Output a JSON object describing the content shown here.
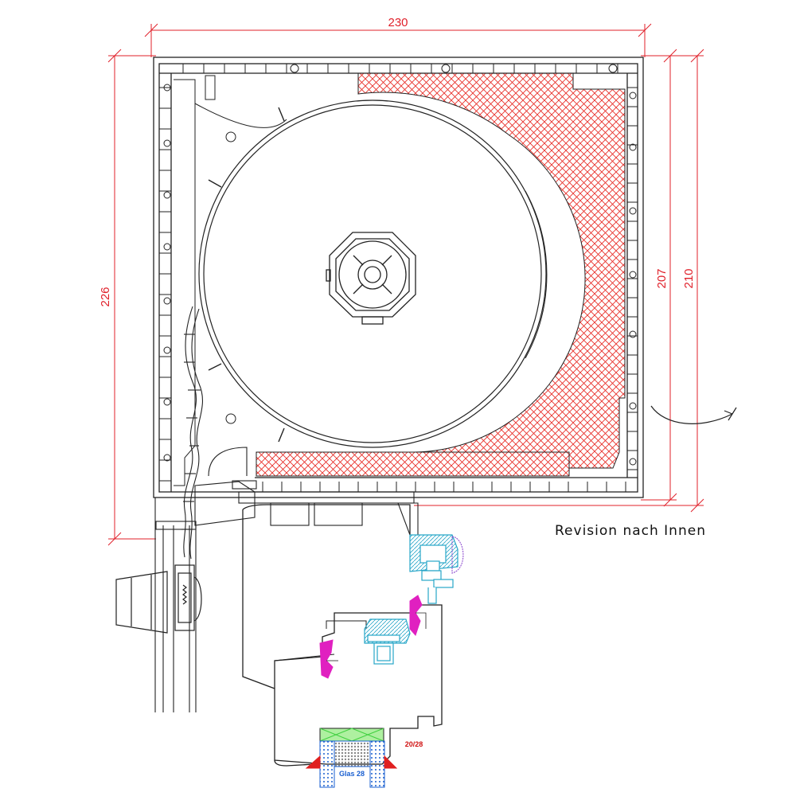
{
  "dimensions": {
    "width_top": "230",
    "height_left": "226",
    "height_right_inner": "207",
    "height_right_outer": "210"
  },
  "note": "Revision nach Innen",
  "labels": {
    "frame_rebate": "20/28",
    "glass": "Glas 28"
  },
  "colors": {
    "dimension": "#e0202a",
    "insulation_hatch": "#e8302a",
    "seal": "#e020c0",
    "profile_cyan": "#27a6c8",
    "glass_blue": "#1a5fd0",
    "spacer_green": "#40d040"
  }
}
